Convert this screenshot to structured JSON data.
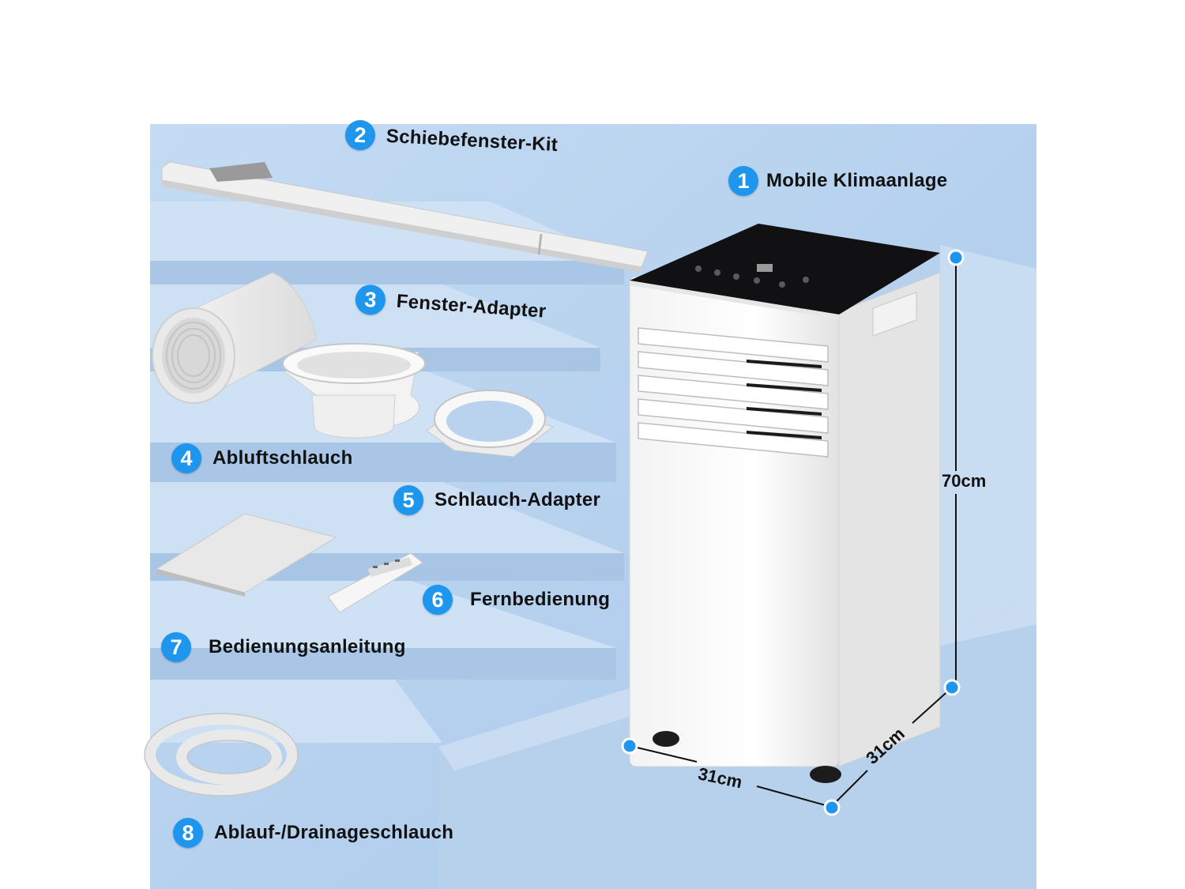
{
  "labels": [
    {
      "number": "1",
      "text": "Mobile Klimaanlage"
    },
    {
      "number": "2",
      "text": "Schiebefenster-Kit"
    },
    {
      "number": "3",
      "text": "Fenster-Adapter"
    },
    {
      "number": "4",
      "text": "Abluftschlauch"
    },
    {
      "number": "5",
      "text": "Schlauch-Adapter"
    },
    {
      "number": "6",
      "text": "Fernbedienung"
    },
    {
      "number": "7",
      "text": "Bedienungsanleitung"
    },
    {
      "number": "8",
      "text": "Ablauf-/Drainageschlauch"
    }
  ],
  "dimensions": {
    "height": "70cm",
    "width": "31cm",
    "depth": "31cm"
  },
  "colors": {
    "badge": "#1e96ee",
    "stairs": "#b9d3ee",
    "unit_top": "#0d0d0f"
  }
}
